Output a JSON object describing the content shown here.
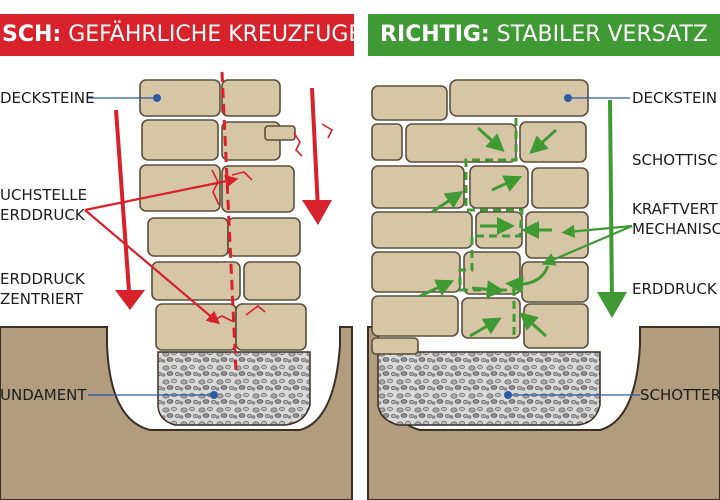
{
  "left_panel": {
    "title_prefix": "SCH:",
    "title_rest": "GEFÄHRLICHE KREUZFUGEN",
    "color": "#d7212b",
    "labels": {
      "decksteine": "DECKSTEINE",
      "bruchstelle_1": "UCHSTELLE",
      "bruchstelle_2": "ERDDRUCK",
      "erddruck_1": "ERDDRUCK",
      "erddruck_2": "ZENTRIERT",
      "fundament": "UNDAMENT"
    }
  },
  "right_panel": {
    "title_prefix": "RICHTIG:",
    "title_rest": "STABILER VERSATZ",
    "color": "#3f9a34",
    "labels": {
      "decksteine": "DECKSTEIN",
      "schottisch": "SCHOTTISC",
      "kraft_1": "KRAFTVERT",
      "kraft_2": "MECHANISC",
      "erddruck": "ERDDRUCK",
      "schotter": "SCHOTTER"
    }
  },
  "colors": {
    "stone": "#d6c6a6",
    "stone_edge": "#6b5e4a",
    "soil": "#b29c7f",
    "gravel": "#c9c9c9",
    "bg": "#f2ede4"
  }
}
